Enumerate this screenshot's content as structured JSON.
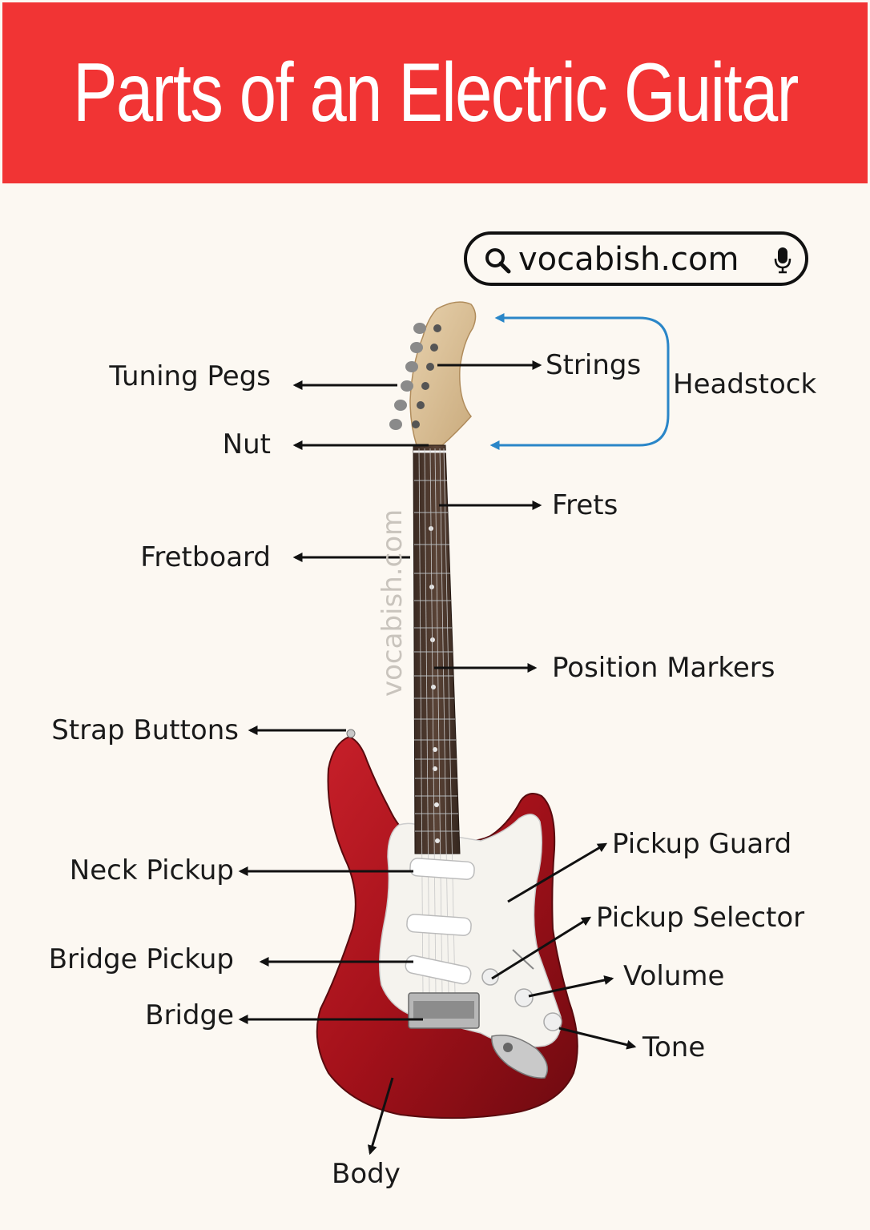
{
  "title": "Parts of an Electric Guitar",
  "search_bar": {
    "text": "vocabish.com",
    "left_icon": "search-icon",
    "right_icon": "microphone-icon"
  },
  "watermark": "vocabish.com",
  "labels": {
    "tuning_pegs": "Tuning Pegs",
    "nut": "Nut",
    "fretboard": "Fretboard",
    "strap_buttons": "Strap Buttons",
    "neck_pickup": "Neck Pickup",
    "bridge_pickup": "Bridge Pickup",
    "bridge": "Bridge",
    "strings": "Strings",
    "headstock": "Headstock",
    "frets": "Frets",
    "position_markers": "Position Markers",
    "pickup_guard": "Pickup Guard",
    "pickup_selector": "Pickup Selector",
    "volume": "Volume",
    "tone": "Tone",
    "body": "Body"
  },
  "colors": {
    "header": "#f13434",
    "background": "#fcf8f2",
    "guitar_body": "#a5121a",
    "headstock_bracket": "#2a86c8"
  }
}
